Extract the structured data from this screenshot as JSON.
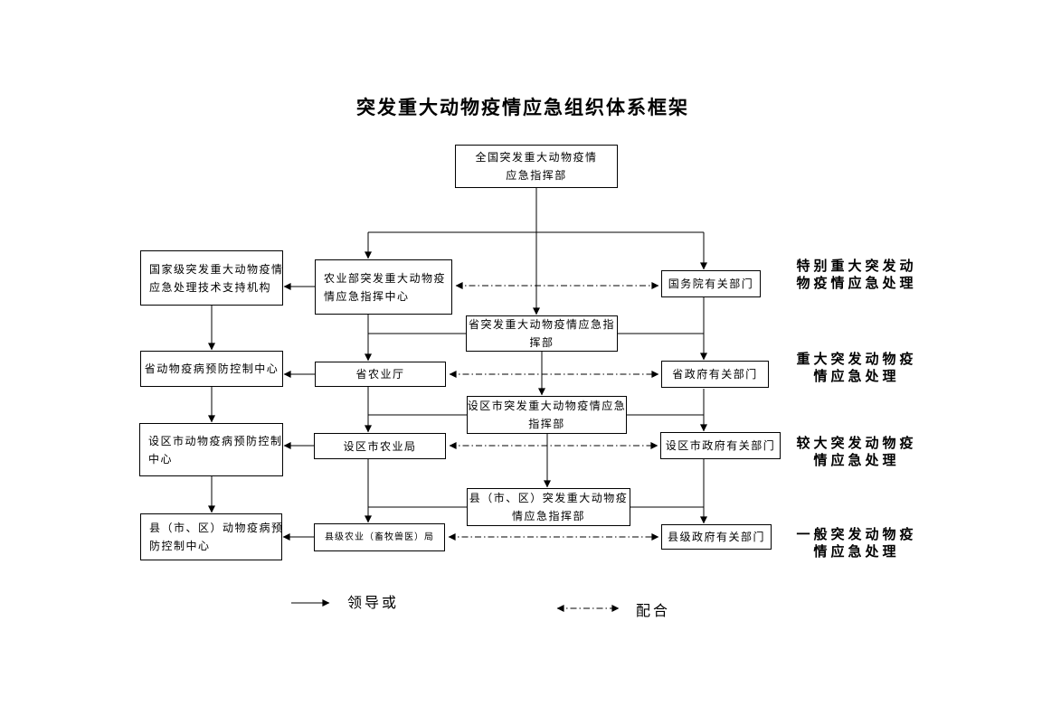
{
  "title": "突发重大动物疫情应急组织体系框架",
  "nodes": {
    "national_hq": {
      "lines": [
        "全国突发重大动物疫情",
        "应急指挥部"
      ]
    },
    "national_tech": {
      "lines": [
        "国家级突发重大动物疫情",
        "应急处理技术支持机构"
      ]
    },
    "moa_center": {
      "lines": [
        "农业部突发重大动物疫",
        "情应急指挥中心"
      ]
    },
    "state_council": {
      "lines": [
        "国务院有关部门"
      ]
    },
    "prov_hq": {
      "lines": [
        "省突发重大动物疫情应急指",
        "挥部"
      ]
    },
    "prov_center": {
      "lines": [
        "省动物疫病预防控制中心"
      ]
    },
    "prov_agri": {
      "lines": [
        "省农业厅"
      ]
    },
    "prov_gov": {
      "lines": [
        "省政府有关部门"
      ]
    },
    "city_hq": {
      "lines": [
        "设区市突发重大动物疫情应急",
        "指挥部"
      ]
    },
    "city_center": {
      "lines": [
        "设区市动物疫病预防控制",
        "中心"
      ]
    },
    "city_agri": {
      "lines": [
        "设区市农业局"
      ]
    },
    "city_gov": {
      "lines": [
        "设区市政府有关部门"
      ]
    },
    "county_hq": {
      "lines": [
        "县（市、区）突发重大动物疫",
        "情应急指挥部"
      ]
    },
    "county_center": {
      "lines": [
        "县（市、区）动物疫病预",
        "防控制中心"
      ]
    },
    "county_agri": {
      "lines": [
        "县级农业（畜牧兽医）局"
      ]
    },
    "county_gov": {
      "lines": [
        "县级政府有关部门"
      ]
    }
  },
  "side_labels": [
    {
      "lines": [
        "特别重大突发动",
        "物疫情应急处理"
      ]
    },
    {
      "lines": [
        "重大突发动物疫",
        "情应急处理"
      ]
    },
    {
      "lines": [
        "较大突发动物疫",
        "情应急处理"
      ]
    },
    {
      "lines": [
        "一般突发动物疫",
        "情应急处理"
      ]
    }
  ],
  "legend": {
    "lead_label": "领导或",
    "cooperate_label": "配合"
  },
  "colors": {
    "line": "#000000",
    "box_border": "#000000",
    "background": "#ffffff",
    "text": "#000000"
  }
}
